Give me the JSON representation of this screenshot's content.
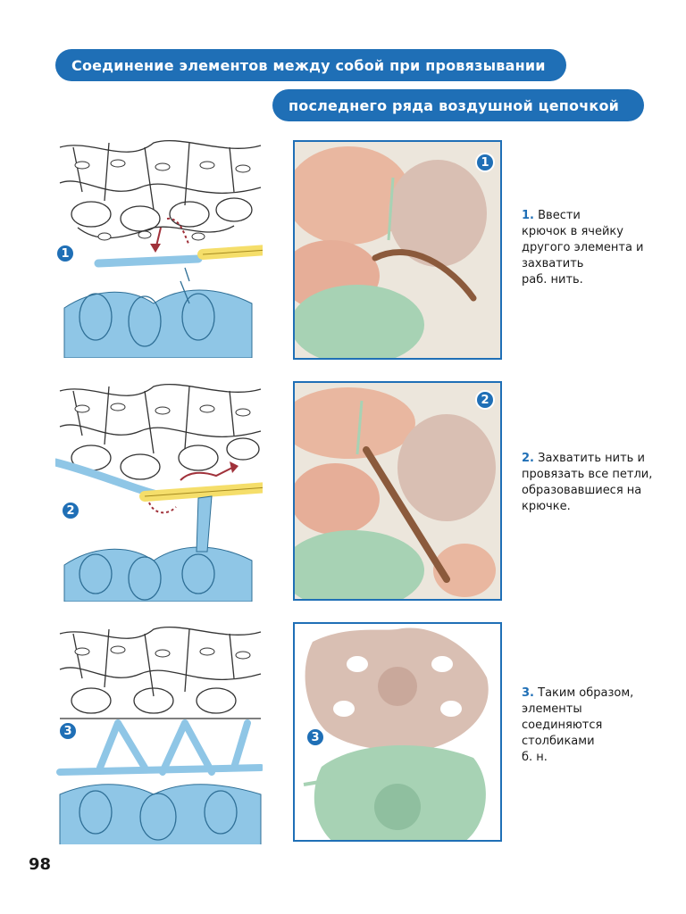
{
  "header": {
    "line1": "Соединение элементов между собой при провязывании",
    "line2": "последнего ряда воздушной цепочкой"
  },
  "steps": [
    {
      "number": "1",
      "caption_num": "1.",
      "caption_lines": [
        "Ввести",
        "крючок в ячейку",
        "другого элемента и",
        "захватить",
        "раб. нить."
      ]
    },
    {
      "number": "2",
      "caption_num": "2.",
      "caption_lines": [
        "Захватить нить и",
        "провязать все петли,",
        "образовавшиеся на",
        "крючке."
      ]
    },
    {
      "number": "3",
      "caption_num": "3.",
      "caption_lines": [
        "Таким образом,",
        "элементы",
        "соединяются",
        "столбиками",
        "б. н."
      ]
    }
  ],
  "page_number": "98",
  "colors": {
    "accent": "#1f6fb6",
    "yarn_blue": "#8fc6e6",
    "hook_yellow": "#f5de6a",
    "arrow_red": "#a0313a",
    "yarn_pink": "#d9bfb3",
    "yarn_green": "#a7d2b4"
  }
}
